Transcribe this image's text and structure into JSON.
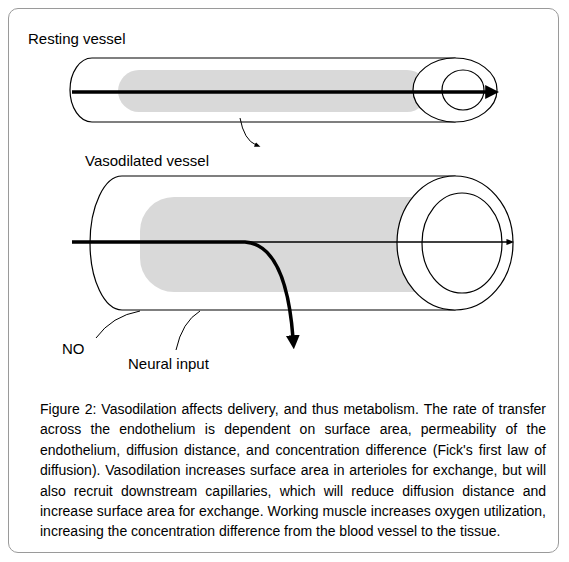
{
  "diagram": {
    "caption": "Figure 2: Vasodilation affects delivery, and thus metabolism. The rate of transfer across the endothelium is dependent on surface area, permeability of the endothelium, diffusion distance, and concentration difference (Fick's first law of diffusion). Vasodilation increases surface area in arterioles for exchange, but will also recruit downstream capillaries, which will reduce diffusion distance and increase surface area for exchange. Working muscle increases oxygen utilization, increasing the concentration difference from the blood vessel to the tissue.",
    "labels": [
      "Resting vessel",
      "Vasodilated vessel",
      "NO",
      "Neural input"
    ]
  }
}
